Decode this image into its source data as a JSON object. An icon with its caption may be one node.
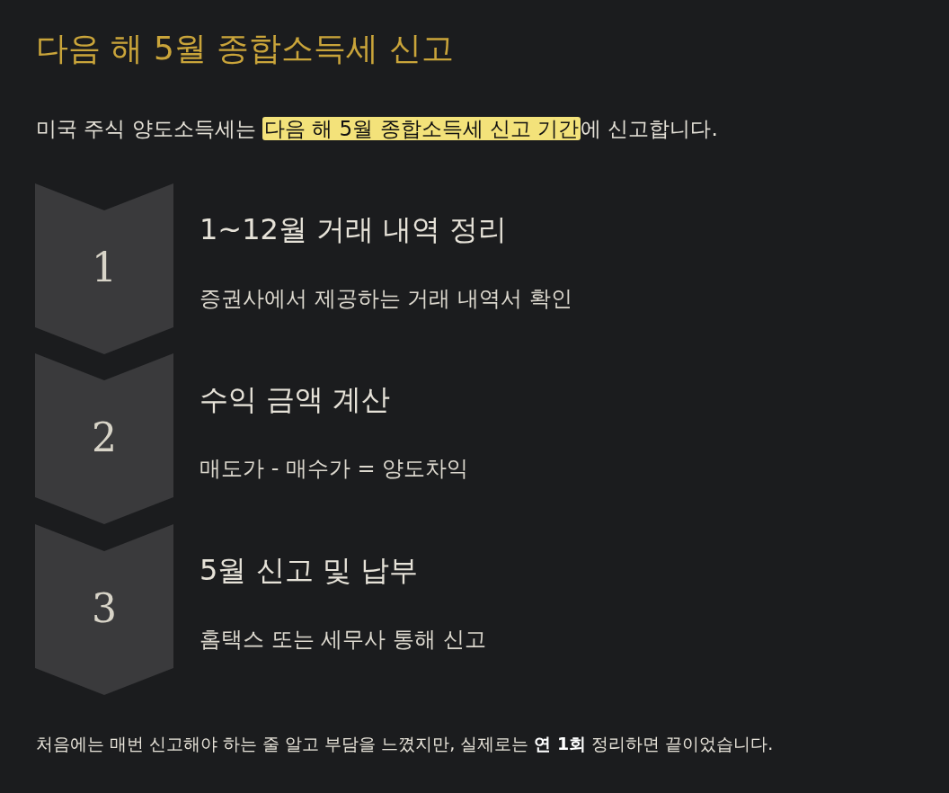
{
  "diagram": {
    "title": "다음 해 5월 종합소득세 신고",
    "nodes": [
      {
        "text": [
          "1"
        ],
        "beside": [
          "1~12월 거래 내역 정리",
          "증권사에서 제공하는 거래 내역서 확인"
        ]
      },
      {
        "text": [
          "2"
        ],
        "beside": [
          "수익 금액 계산",
          "매도가 - 매수가 = 양도차익"
        ]
      },
      {
        "text": [
          "3"
        ],
        "beside": [
          "5월 신고 및 납부",
          "홈택스 또는 세무사 통해 신고"
        ]
      }
    ],
    "labels": [
      "미국 주식 양도소득세는 **다음 해 5월 종합소득세 신고 기간**에 신고합니다.",
      "처음에는 매번 신고해야 하는 줄 알고 부담을 느꼈지만, 실제로는 **연 1회** 정리하면 끝이었습니다."
    ]
  }
}
